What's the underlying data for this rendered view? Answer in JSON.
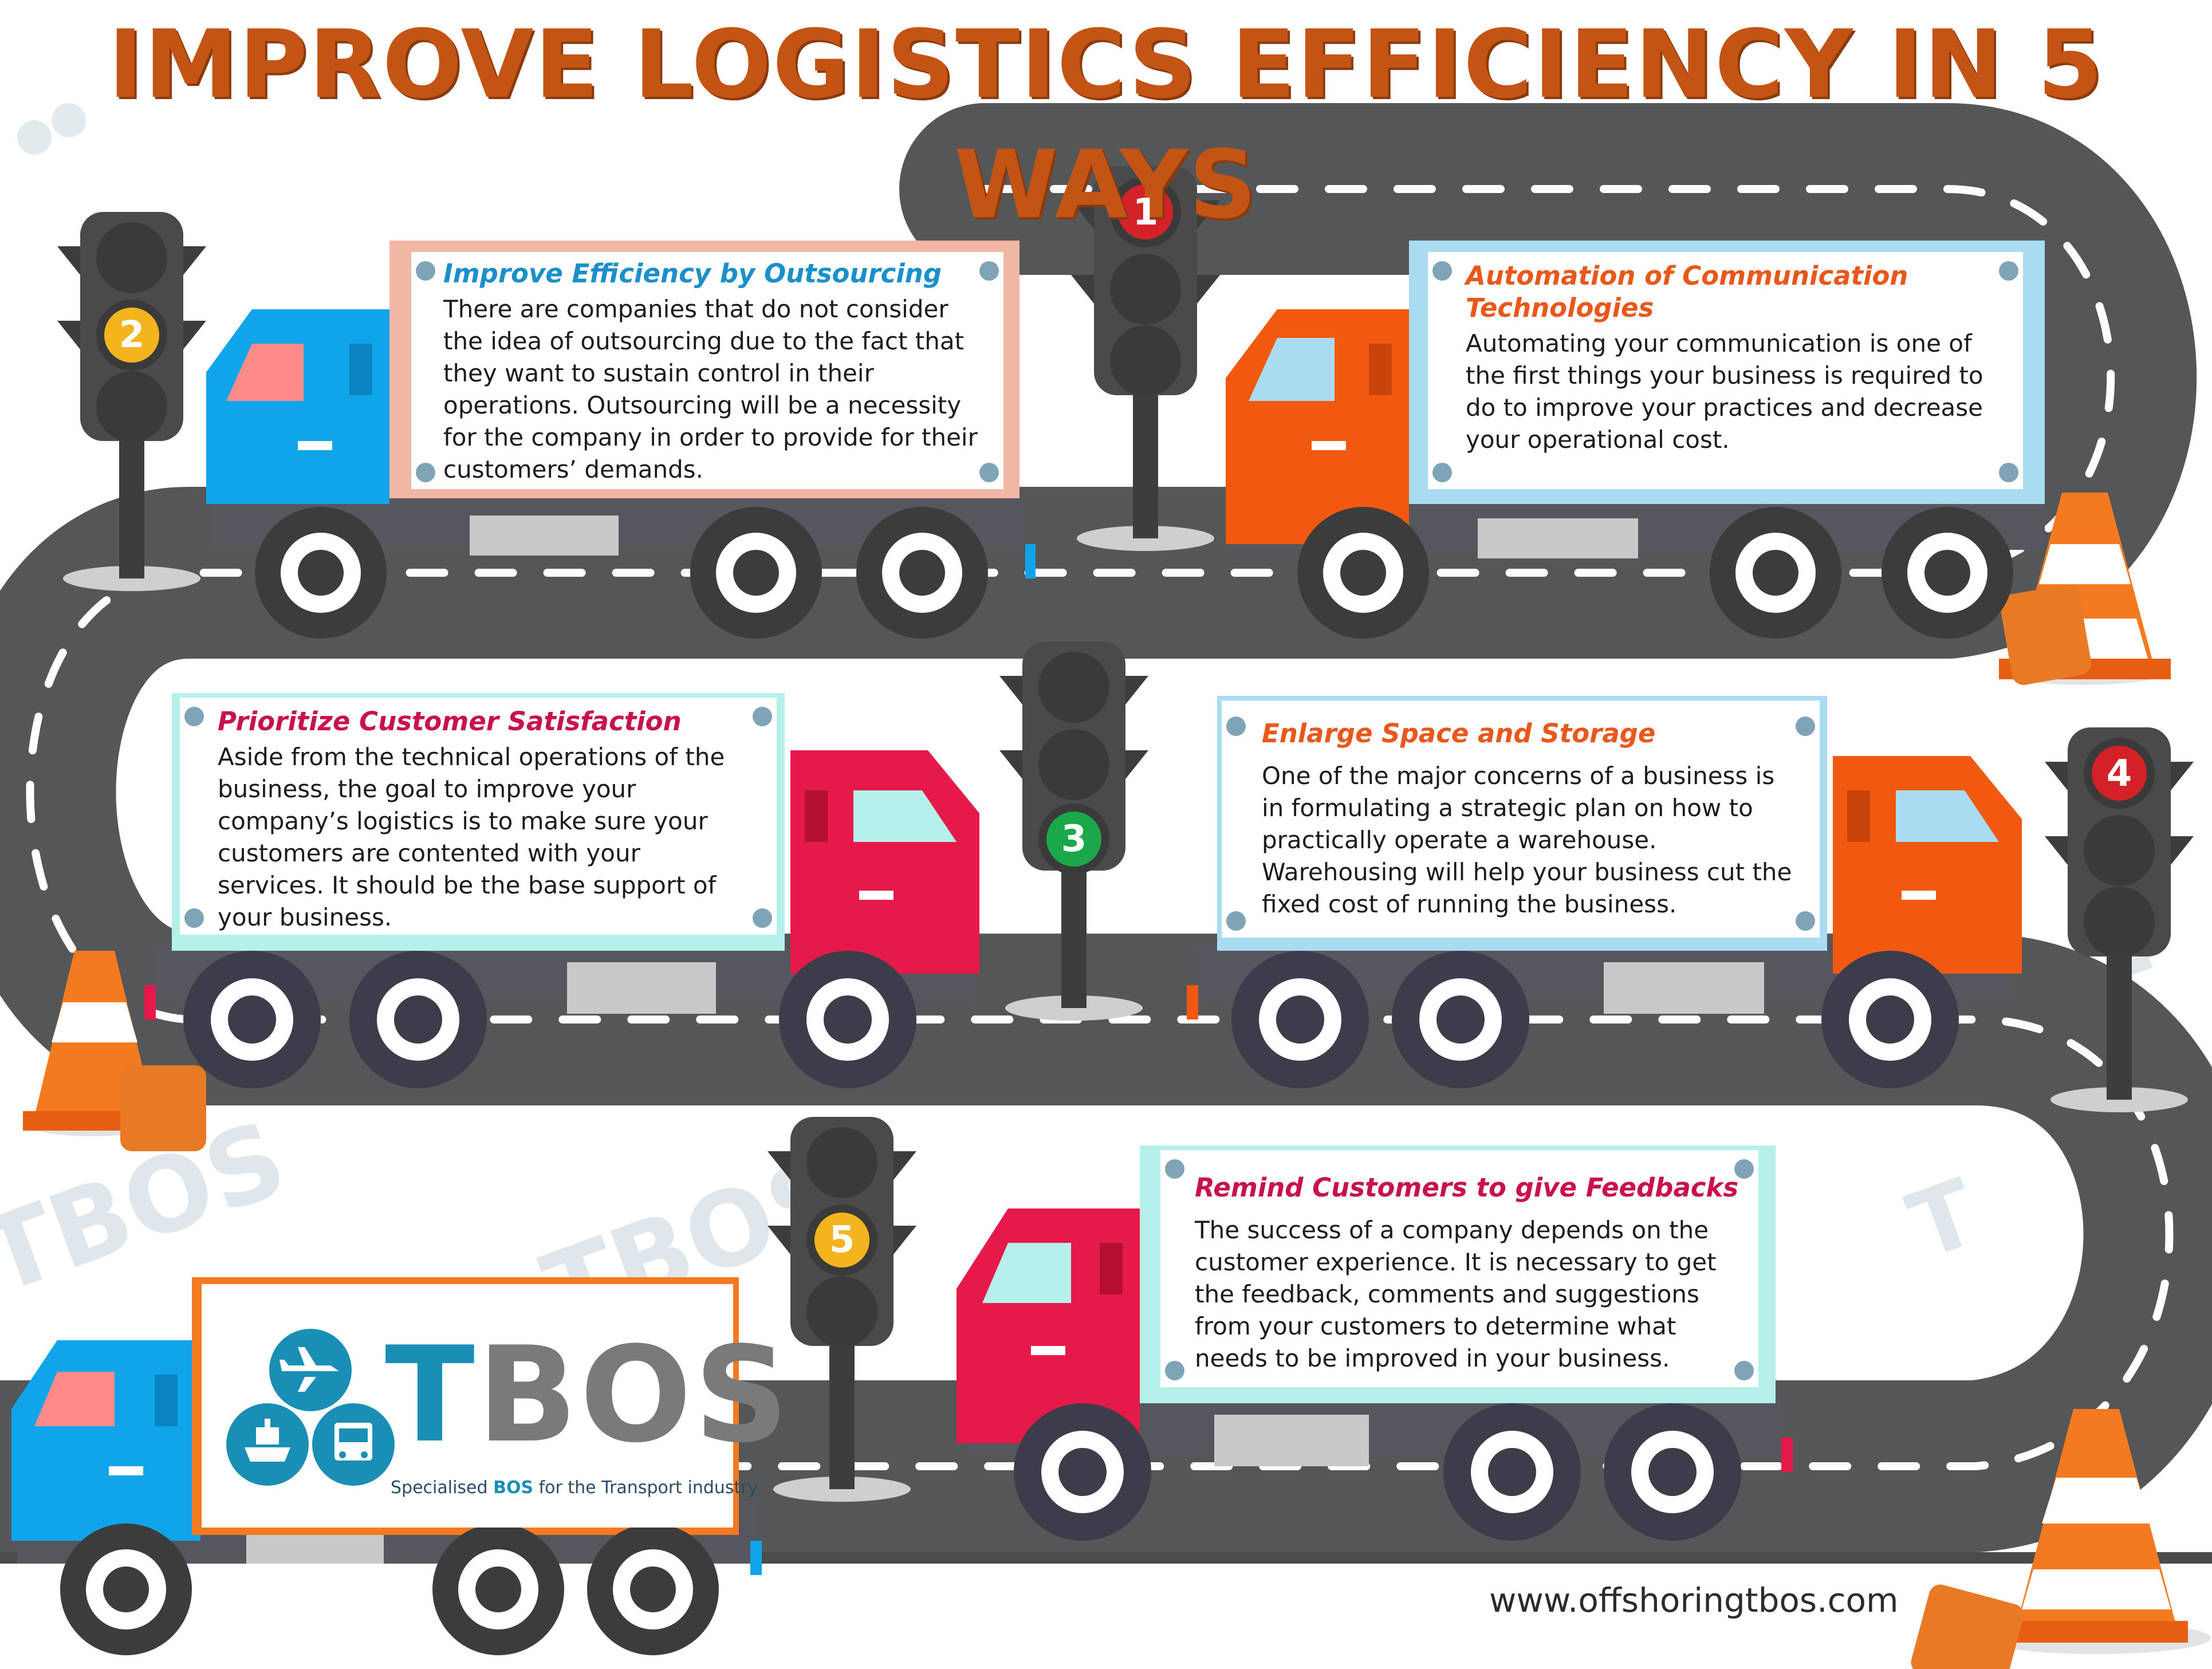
{
  "title": "IMPROVE LOGISTICS EFFICIENCY IN 5 WAYS",
  "colors": {
    "title": "#c35414",
    "road": "#555658",
    "accent_blue": "#0ea5e9",
    "accent_orange": "#f0590f",
    "accent_red": "#e51a4b",
    "brand_blue": "#1a8fb5"
  },
  "signals": [
    {
      "number": "1",
      "lit": "top",
      "light_color": "#d42027"
    },
    {
      "number": "2",
      "lit": "middle",
      "light_color": "#f4b41d"
    },
    {
      "number": "3",
      "lit": "bottom",
      "light_color": "#1aa84a"
    },
    {
      "number": "4",
      "lit": "top",
      "light_color": "#d42027"
    },
    {
      "number": "5",
      "lit": "middle",
      "light_color": "#f4b41d"
    }
  ],
  "tips": [
    {
      "heading": "Improve Efficiency by Outsourcing",
      "heading_color": "#1a8fc9",
      "body": "There are companies that do not consider the idea of outsourcing due to the fact that they want to sustain control in their operations. Outsourcing will be a necessity for the company in order to provide for their customers’ demands."
    },
    {
      "heading": "Automation of Communication Technologies",
      "heading_color": "#e8581a",
      "body": "Automating your communication is one of the first things your business is required to do to improve your practices and decrease your operational cost."
    },
    {
      "heading": "Prioritize Customer Satisfaction",
      "heading_color": "#c8134a",
      "body": "Aside from the technical operations of the business, the goal to improve your company’s logistics is to make sure your customers are contented with your services. It should be the base support of your business."
    },
    {
      "heading": "Enlarge Space and Storage",
      "heading_color": "#e8581a",
      "body": "One of the major concerns of a business is in formulating a strategic plan on how to practically operate a warehouse. Warehousing will help your business cut the fixed cost of running the business."
    },
    {
      "heading": "Remind Customers to give Feedbacks",
      "heading_color": "#c8134a",
      "body": "The success of a company depends on the customer experience. It is necessary to get the feedback, comments and suggestions from your customers to determine what needs to be improved in your business."
    }
  ],
  "logo": {
    "word_part1": "T",
    "word_part2": "BOS",
    "tagline_pre": "Specialised ",
    "tagline_bold": "BOS",
    "tagline_post": " for the Transport industry",
    "icons": [
      "airplane-icon",
      "ship-icon",
      "truck-icon"
    ]
  },
  "url": "www.offshoringtbos.com"
}
